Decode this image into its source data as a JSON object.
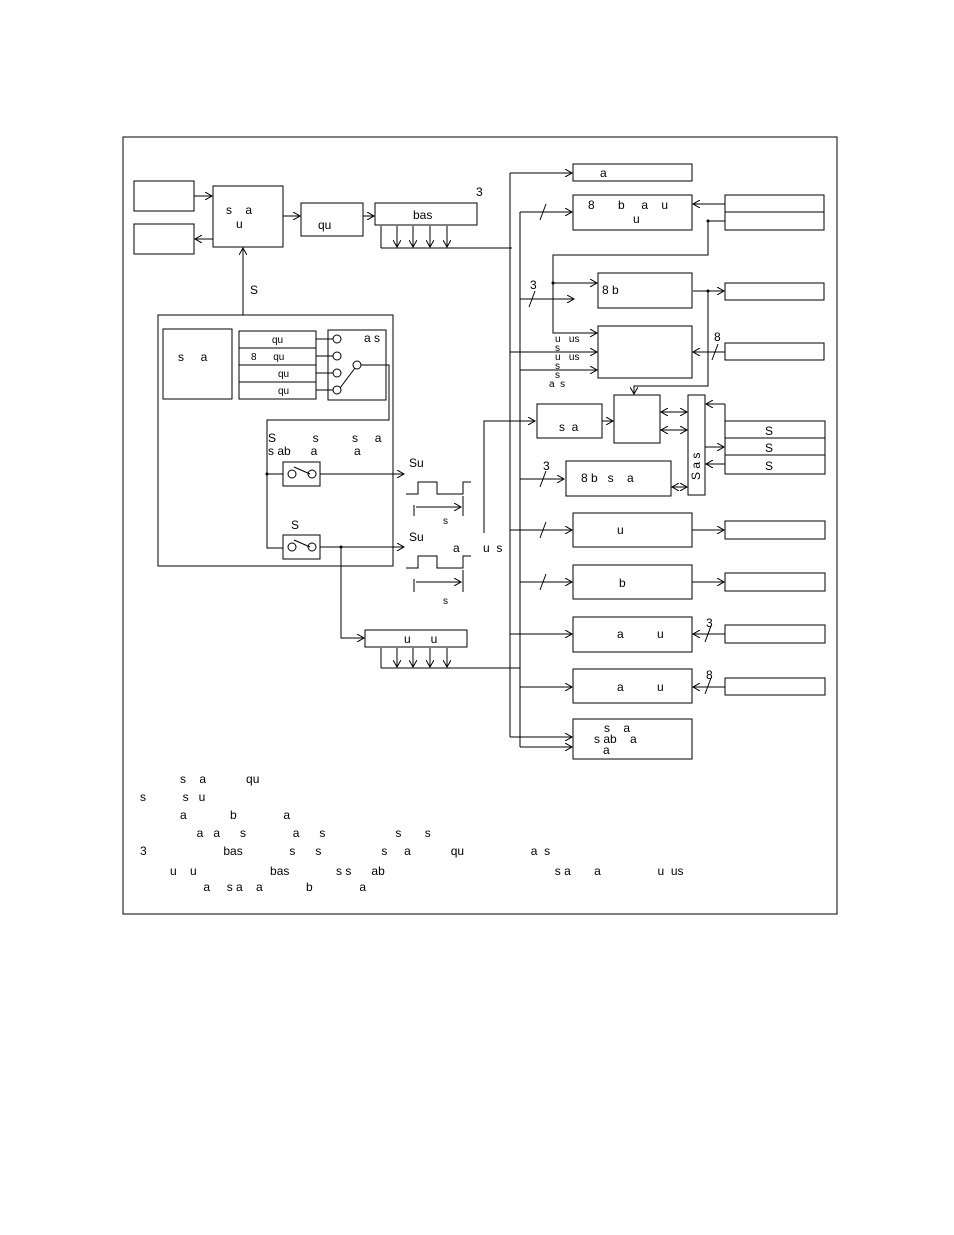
{
  "blocks": {
    "top_left_middle": "s    a\n   u",
    "qu_small": "qu",
    "bas_bus": "bas",
    "bas_num": "3",
    "s_arrow": "S",
    "mode_box": "s     a",
    "mode_rows": [
      "qu",
      "8      qu",
      "qu",
      "qu"
    ],
    "switch_label": "a s",
    "sw1_label_a": "S           s          s     a",
    "sw1_label_b": "s ab      a           a",
    "sw2_label": "S",
    "su1": "Su",
    "su2": "Su",
    "s_pulse1": "s",
    "s_pulse2": "s",
    "aus": "a       u  s",
    "bottom_bus": "u      u",
    "r_top": "a",
    "r_8bau_a": "8       b     a    u",
    "r_8bau_b": "u",
    "r_3": "3",
    "r_8b": "8 b",
    "r_multi": [
      "u   us",
      "s",
      "u   us",
      "s",
      "s",
      "a  s"
    ],
    "r_8": "8",
    "r_sa": "s  a",
    "r_vert": "S a s",
    "r_s_boxes": [
      "S",
      "S",
      "S"
    ],
    "r_3b": "3",
    "r_8bsa": "8 b   s    a",
    "r_u": "u",
    "r_b": "b",
    "r_au1": "a          u",
    "r_3c": "3",
    "r_au2": "a          u",
    "r_8c": "8",
    "r_last": [
      "s    a",
      "s ab    a",
      "a"
    ]
  },
  "notes": [
    "            s    a            qu",
    "s           s   u",
    "            a             b              a",
    "                 a   a      s              a      s                     s       s",
    "3                       bas              s      s                  s     a            qu                    a  s",
    "         u    u                      bas              s s      ab                                                   s a       a                 u  us",
    "                   a     s a    a             b              a"
  ]
}
